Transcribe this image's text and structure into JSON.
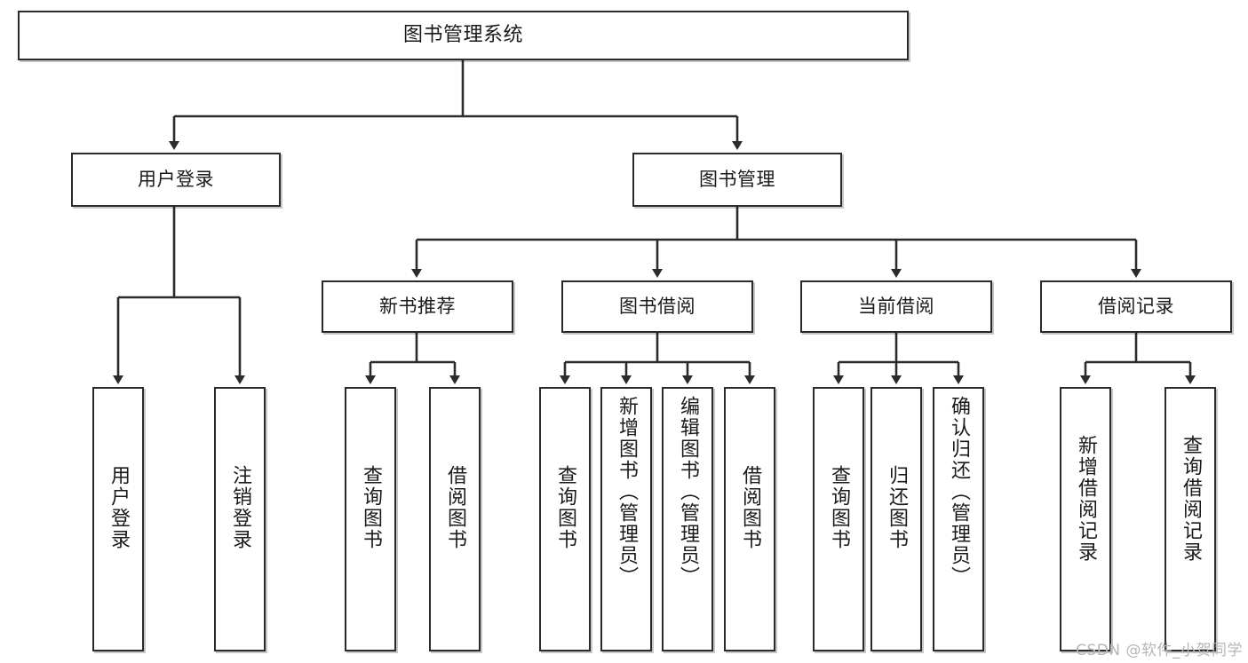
{
  "diagram": {
    "title": "图书管理系统",
    "type": "tree-hierarchy-diagram",
    "watermark": "CSDN @软件_小贺同学",
    "colors": {
      "box_border": "#2b2b2b",
      "box_fill": "#ffffff",
      "edge": "#2b2b2b",
      "text": "#1a1a1a",
      "watermark": "#b6b6b6"
    }
  },
  "nodes": {
    "root": {
      "label": "图书管理系统"
    },
    "level2": [
      {
        "id": "user-login",
        "label": "用户登录"
      },
      {
        "id": "book-management",
        "label": "图书管理"
      }
    ],
    "level3": [
      {
        "id": "new-book-recommend",
        "label": "新书推荐"
      },
      {
        "id": "book-borrow",
        "label": "图书借阅"
      },
      {
        "id": "current-borrow",
        "label": "当前借阅"
      },
      {
        "id": "borrow-record",
        "label": "借阅记录"
      }
    ],
    "leaves": {
      "user_login": [
        {
          "id": "leaf-user-login",
          "label": "用户登录"
        },
        {
          "id": "leaf-logout-login",
          "label": "注销登录"
        }
      ],
      "new_book_recommend": [
        {
          "id": "leaf-query-book-1",
          "label": "查询图书"
        },
        {
          "id": "leaf-borrow-book-1",
          "label": "借阅图书"
        }
      ],
      "book_borrow": [
        {
          "id": "leaf-query-book-2",
          "label": "查询图书"
        },
        {
          "id": "leaf-add-book-admin",
          "label": "新增图书（管理员）"
        },
        {
          "id": "leaf-edit-book-admin",
          "label": "编辑图书（管理员）"
        },
        {
          "id": "leaf-borrow-book-2",
          "label": "借阅图书"
        }
      ],
      "current_borrow": [
        {
          "id": "leaf-query-book-3",
          "label": "查询图书"
        },
        {
          "id": "leaf-return-book",
          "label": "归还图书"
        },
        {
          "id": "leaf-confirm-return-admin",
          "label": "确认归还（管理员）"
        }
      ],
      "borrow_record": [
        {
          "id": "leaf-add-borrow-record",
          "label": "新增借阅记录"
        },
        {
          "id": "leaf-query-borrow-record",
          "label": "查询借阅记录"
        }
      ]
    }
  }
}
